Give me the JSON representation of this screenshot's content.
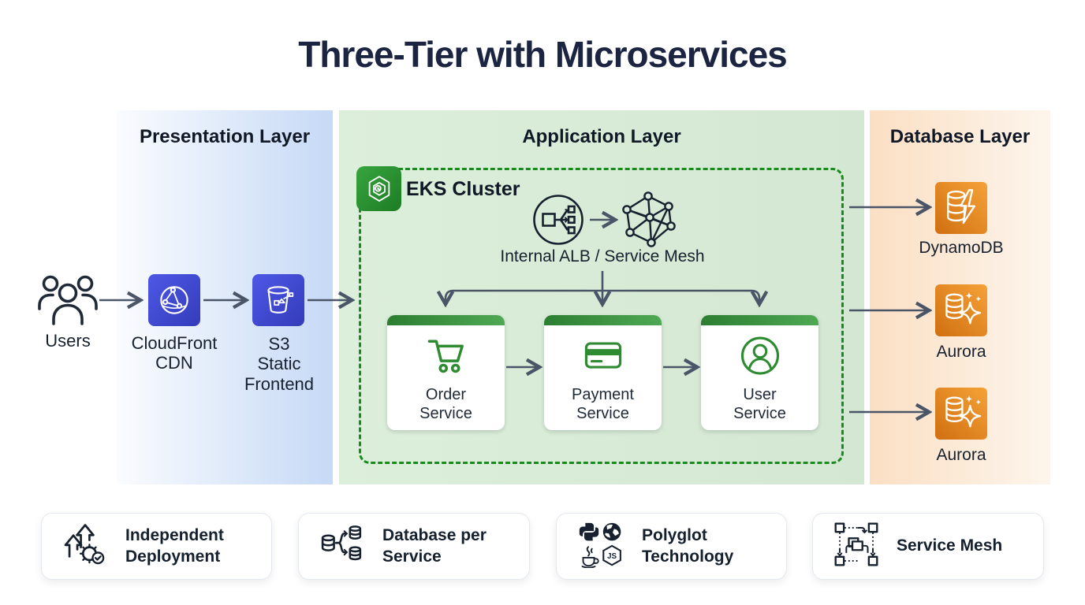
{
  "title": "Three-Tier with Microservices",
  "layers": {
    "presentation": {
      "label": "Presentation Layer",
      "nodes": [
        {
          "name": "Users",
          "icon": "users-group-icon"
        },
        {
          "name": "CloudFront\nCDN",
          "icon": "cloudfront-globe-icon"
        },
        {
          "name": "S3\nStatic\nFrontend",
          "icon": "s3-bucket-icon"
        }
      ]
    },
    "application": {
      "label": "Application Layer",
      "cluster": {
        "label": "EKS Cluster",
        "mesh_caption": "Internal ALB / Service Mesh",
        "services": [
          {
            "name": "Order\nService",
            "icon": "shopping-cart-icon"
          },
          {
            "name": "Payment\nService",
            "icon": "credit-card-icon"
          },
          {
            "name": "User\nService",
            "icon": "user-circle-icon"
          }
        ]
      }
    },
    "database": {
      "label": "Database Layer",
      "stores": [
        {
          "name": "DynamoDB",
          "icon": "dynamodb-icon"
        },
        {
          "name": "Aurora",
          "icon": "aurora-icon"
        },
        {
          "name": "Aurora",
          "icon": "aurora-icon"
        }
      ]
    }
  },
  "features": [
    {
      "label": "Independent\nDeployment",
      "icon": "deployment-arrows-gear-icon"
    },
    {
      "label": "Database per\nService",
      "icon": "database-branch-icon"
    },
    {
      "label": "Polyglot\nTechnology",
      "icon": "language-logos-icon"
    },
    {
      "label": "Service Mesh",
      "icon": "mesh-squares-icon"
    }
  ],
  "colors": {
    "title_text": "#1b2440",
    "presentation_band_start": "#fafcfe",
    "presentation_band_end": "#c6d9f6",
    "application_band": "#d9ecd9",
    "database_band_start": "#fbdfc3",
    "database_band_end": "#fdf5ec",
    "cluster_border_green": "#1a8a1f",
    "service_accent_green": "#2e8b31",
    "aws_blue_icon": "#3f46cf",
    "aws_orange_icon": "#e8891f",
    "arrow_gray": "#4a5568",
    "dark_glyph": "#17202e"
  }
}
